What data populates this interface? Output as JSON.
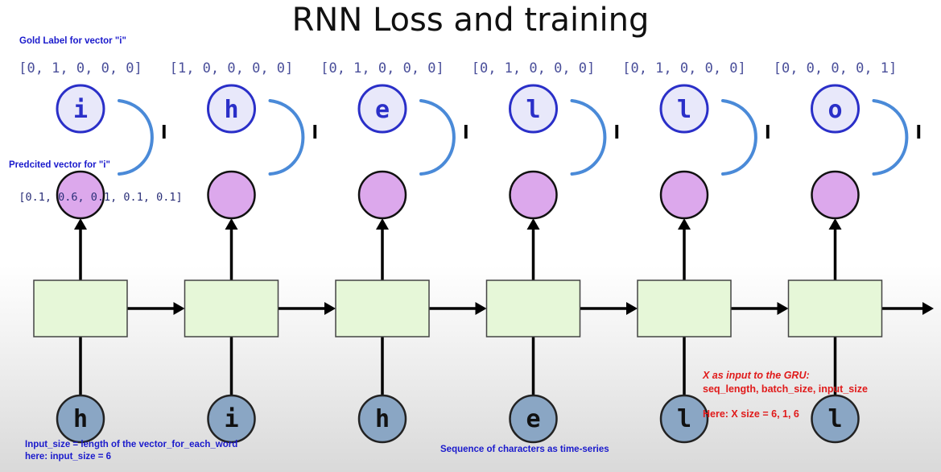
{
  "title": "RNN Loss and training",
  "colors": {
    "target_fill": "#e8e8fa",
    "target_stroke": "#2a2fc8",
    "target_text": "#2a2fc8",
    "output_fill": "#dca8ec",
    "cell_fill": "#e6f7d8",
    "input_fill": "#8aa6c4",
    "input_text": "#111111",
    "arrow": "#000000",
    "bracket": "#4a8ad8",
    "vector_text": "#4a4f9a",
    "note_blue": "#1a1acc",
    "note_red": "#e01a1a"
  },
  "timesteps": [
    {
      "target": "i",
      "gold_vector": "[0, 1, 0, 0, 0]",
      "input": "h"
    },
    {
      "target": "h",
      "gold_vector": "[1, 0, 0, 0, 0]",
      "input": "i"
    },
    {
      "target": "e",
      "gold_vector": "[0, 1, 0, 0, 0]",
      "input": "h"
    },
    {
      "target": "l",
      "gold_vector": "[0, 1, 0, 0, 0]",
      "input": "e"
    },
    {
      "target": "l",
      "gold_vector": "[0, 1, 0, 0, 0]",
      "input": "l"
    },
    {
      "target": "o",
      "gold_vector": "[0, 0, 0, 0, 1]",
      "input": "l"
    }
  ],
  "loss_mark": "l",
  "predicted_vector": "[0.1, 0.6, 0.1, 0.1, 0.1]",
  "annotations": {
    "gold_label": "Gold Label for vector \"i\"",
    "predicted": "Predcited vector for \"i\"",
    "input_size_line1": "Input_size = length of the vector_for_each_word",
    "input_size_line2": "here: input_size = 6",
    "sequence": "Sequence of characters as time-series",
    "x_input_line1": "X as input to the GRU:",
    "x_input_line2": "seq_length, batch_size, input_size",
    "x_size": "Here: X size = 6, 1, 6"
  }
}
